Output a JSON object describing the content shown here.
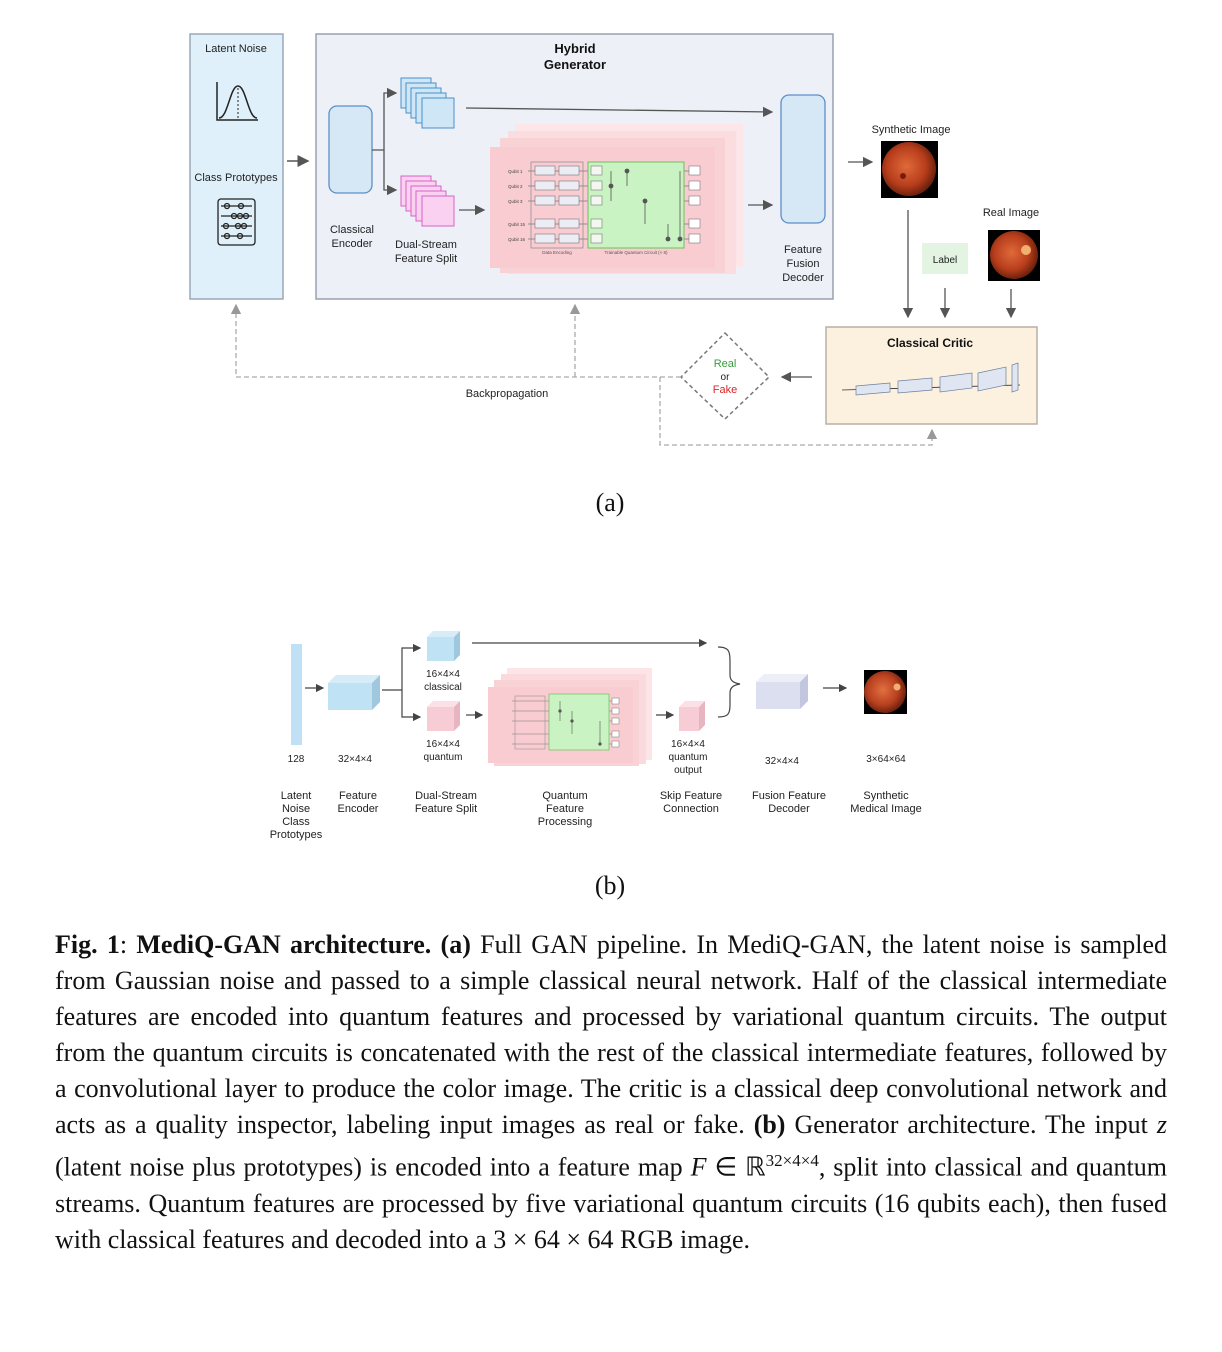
{
  "figure_a": {
    "latent_noise": "Latent Noise",
    "class_prototypes": "Class Prototypes",
    "hybrid_generator": [
      "Hybrid",
      "Generator"
    ],
    "classical_encoder": [
      "Classical",
      "Encoder"
    ],
    "dual_stream": [
      "Dual-Stream",
      "Feature Split"
    ],
    "feature_fusion": [
      "Feature",
      "Fusion",
      "Decoder"
    ],
    "synthetic_image": "Synthetic Image",
    "real_image": "Real Image",
    "label": "Label",
    "classical_critic": "Classical Critic",
    "real": "Real",
    "or": "or",
    "fake": "Fake",
    "backpropagation": "Backpropagation",
    "circuit_qubits": [
      "Qubit 1",
      "Qubit 2",
      "Qubit 3",
      "Qubit 15",
      "Qubit 16"
    ],
    "data_encoding": "Data Encoding",
    "trainable_circuit": "Trainable Quantum Circuit (× 8)",
    "sublabel": "(a)"
  },
  "figure_b": {
    "dim_128": "128",
    "dim_encoder": "32×4×4",
    "classical_dim": [
      "16×4×4",
      "classical"
    ],
    "quantum_dim": [
      "16×4×4",
      "quantum"
    ],
    "quantum_out_dim": [
      "16×4×4",
      "quantum",
      "output"
    ],
    "fusion_dim": "32×4×4",
    "output_dim": "3×64×64",
    "stage_latent": [
      "Latent",
      "Noise",
      "Class",
      "Prototypes"
    ],
    "stage_encoder": [
      "Feature",
      "Encoder"
    ],
    "stage_split": [
      "Dual-Stream",
      "Feature Split"
    ],
    "stage_quantum": [
      "Quantum",
      "Feature",
      "Processing"
    ],
    "stage_skip": [
      "Skip Feature",
      "Connection"
    ],
    "stage_fusion": [
      "Fusion Feature",
      "Decoder"
    ],
    "stage_output": [
      "Synthetic",
      "Medical Image"
    ],
    "sublabel": "(b)"
  },
  "caption": {
    "fig_label": "Fig. 1",
    "title": "MediQ-GAN architecture.",
    "a_label": "(a)",
    "a_text": "Full GAN pipeline. In MediQ-GAN, the latent noise is sampled from Gaussian noise and passed to a simple classical neural network. Half of the classical intermediate features are encoded into quantum features and processed by variational quantum circuits. The output from the quantum circuits is concatenated with the rest of the classical intermediate features, followed by a convolutional layer to produce the color image. The critic is a classical deep convolutional network and acts as a quality inspector, labeling input images as real or fake.",
    "b_label": "(b)",
    "b_text_1": "Generator architecture. The input",
    "b_z": "z",
    "b_text_2": "(latent noise plus prototypes) is encoded into a feature map",
    "b_F": "F",
    "b_in": "∈ ℝ",
    "b_sup": "32×4×4",
    "b_text_3": ", split into classical and quantum streams. Quantum features are processed by five variational quantum circuits (16 qubits each), then fused with classical features and decoded into a 3 × 64 × 64 RGB image."
  },
  "colors": {
    "light_blue": "#dbeaf6",
    "blue_border": "#5b8fc7",
    "generator_bg": "#eef0f8",
    "critic_bg": "#fcf0df",
    "pink": "#f9d3d8",
    "green": "#c9f3c2",
    "real_green": "#3a9d3a",
    "fake_red": "#d62828"
  }
}
